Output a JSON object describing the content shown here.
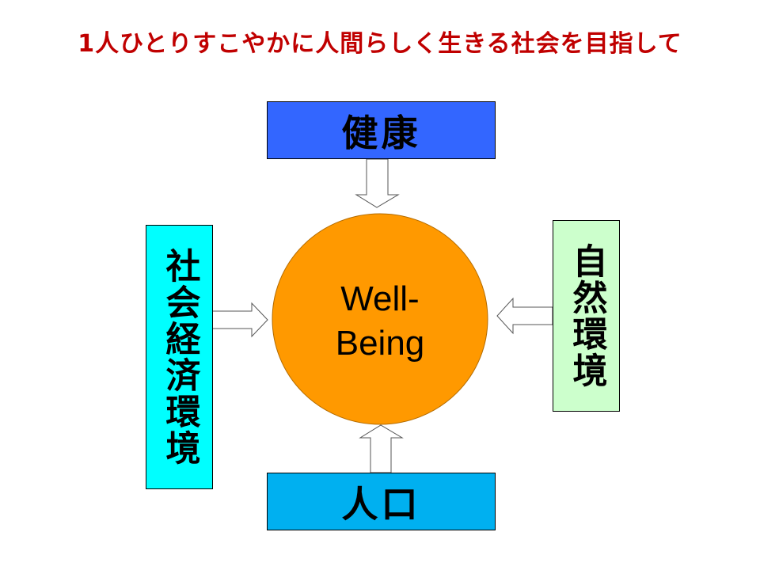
{
  "title": "1人ひとりすこやかに人間らしく生きる社会を目指して",
  "center": {
    "line1": "Well-",
    "line2": "Being"
  },
  "factors": {
    "top": "健康",
    "left": "社会経済環境",
    "right": "自然環境",
    "bottom": "人口"
  },
  "colors": {
    "title": "#c00000",
    "top": "#3366ff",
    "left": "#00ffff",
    "right": "#ccffcc",
    "bottom": "#00b0f0",
    "circle": "#ff9900"
  }
}
